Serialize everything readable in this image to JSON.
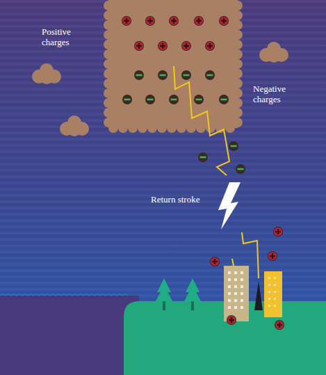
{
  "diagram": {
    "labels": [
      "Positive charges",
      "Negative charges",
      "Return stroke"
    ]
  }
}
